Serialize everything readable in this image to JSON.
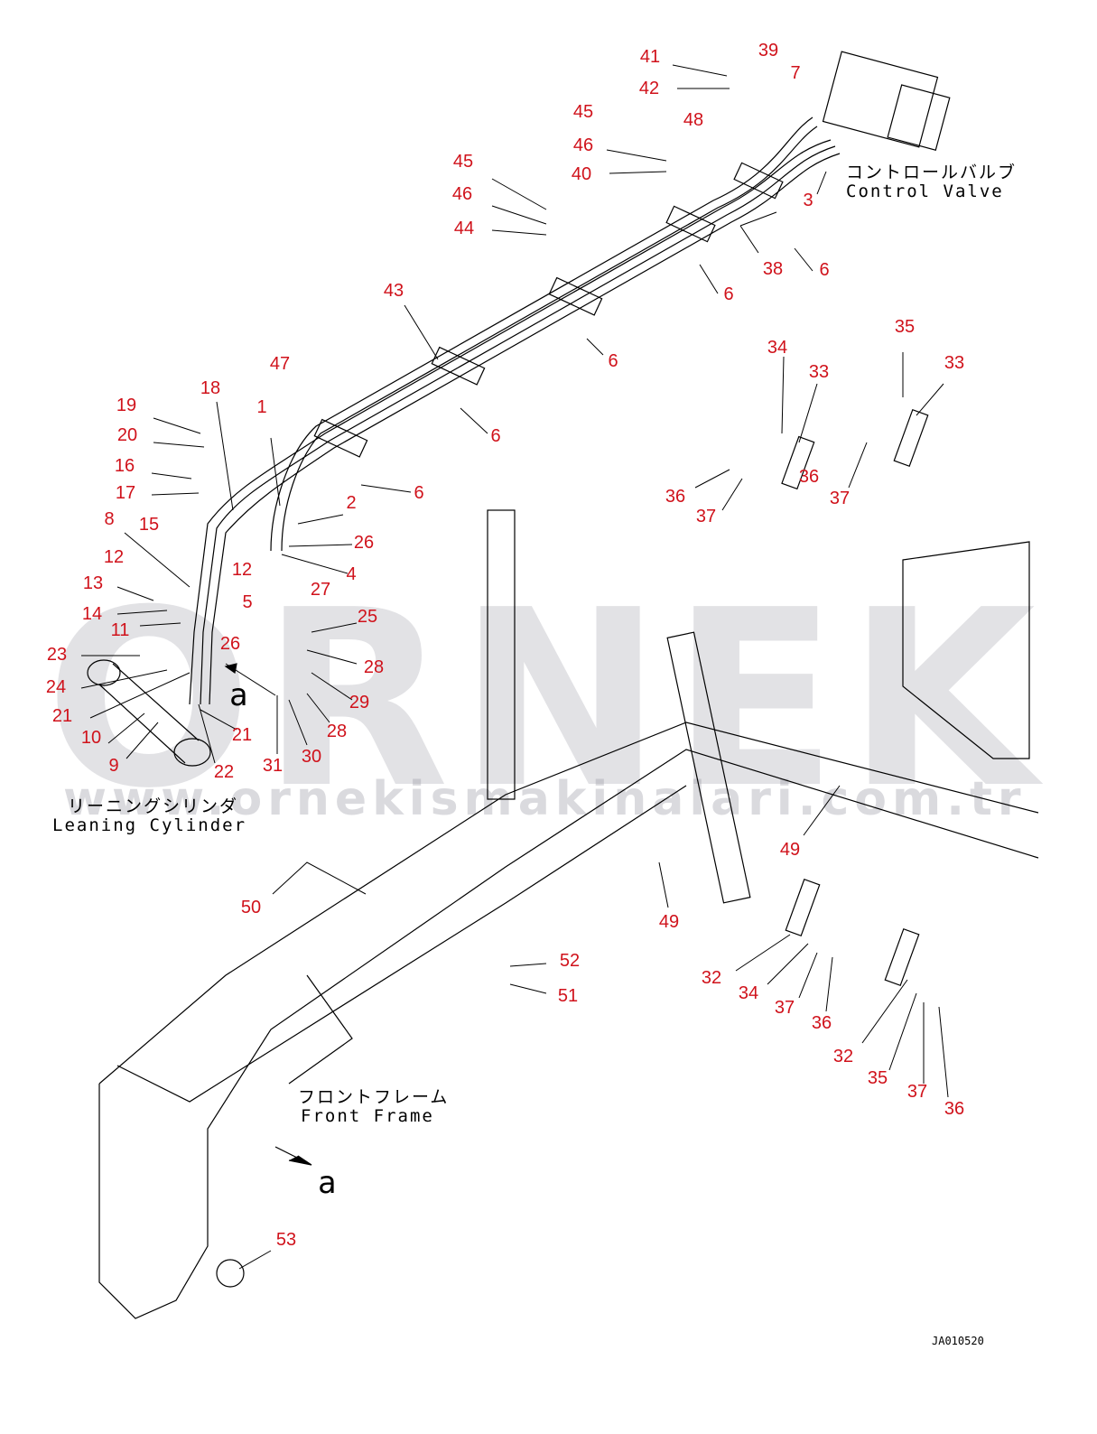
{
  "labels": {
    "control_valve_jp": "コントロールバルブ",
    "control_valve_en": "Control Valve",
    "leaning_cylinder_jp": "リーニングシリンダ",
    "leaning_cylinder_en": "Leaning Cylinder",
    "front_frame_jp": "フロントフレーム",
    "front_frame_en": "Front Frame",
    "view_marker": "a",
    "drawing_code": "JA010520"
  },
  "watermark": {
    "brand": "ORNEK",
    "url": "www.ornekismakinalari.com.tr"
  },
  "callouts": [
    "41",
    "39",
    "7",
    "42",
    "45",
    "48",
    "46",
    "40",
    "45",
    "46",
    "44",
    "3",
    "38",
    "6",
    "6",
    "43",
    "6",
    "47",
    "18",
    "19",
    "1",
    "20",
    "6",
    "16",
    "17",
    "6",
    "2",
    "8",
    "15",
    "26",
    "12",
    "4",
    "12",
    "13",
    "27",
    "5",
    "14",
    "25",
    "11",
    "26",
    "28",
    "23",
    "24",
    "29",
    "21",
    "28",
    "21",
    "10",
    "30",
    "31",
    "9",
    "22",
    "34",
    "35",
    "33",
    "33",
    "36",
    "36",
    "37",
    "37",
    "49",
    "49",
    "50",
    "52",
    "51",
    "32",
    "34",
    "37",
    "36",
    "32",
    "35",
    "37",
    "36",
    "53"
  ],
  "colors": {
    "callout": "#d0121b",
    "line": "#000000"
  }
}
